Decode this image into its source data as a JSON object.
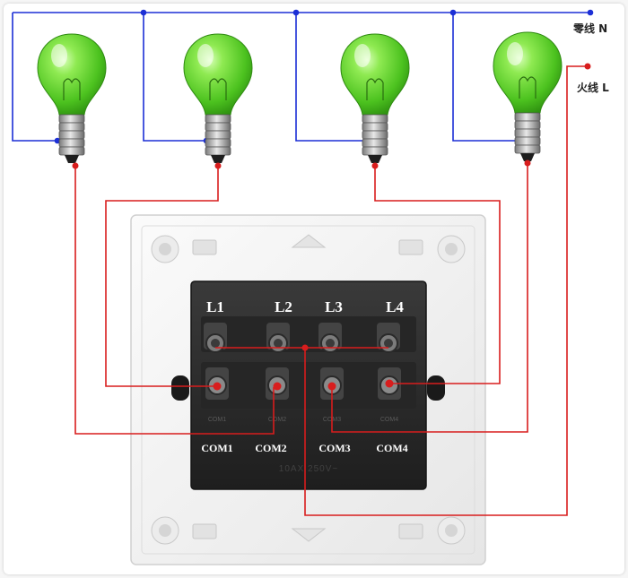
{
  "diagram": {
    "wires": {
      "neutral_label": "零线 N",
      "live_label": "火线 L",
      "neutral_color": "#1c2fd6",
      "live_color": "#d81d1d"
    },
    "switch": {
      "top_terminals": [
        "L1",
        "L2",
        "L3",
        "L4"
      ],
      "bottom_terminals": [
        "COM1",
        "COM2",
        "COM3",
        "COM4"
      ],
      "rating_text": "10AX 250V~"
    },
    "bulb_count": 4,
    "colors": {
      "bulb_glass": "#5ed32a",
      "bulb_glass_dark": "#2f9a10",
      "plate": "#f4f4f4",
      "module": "#2a2a2a"
    }
  }
}
